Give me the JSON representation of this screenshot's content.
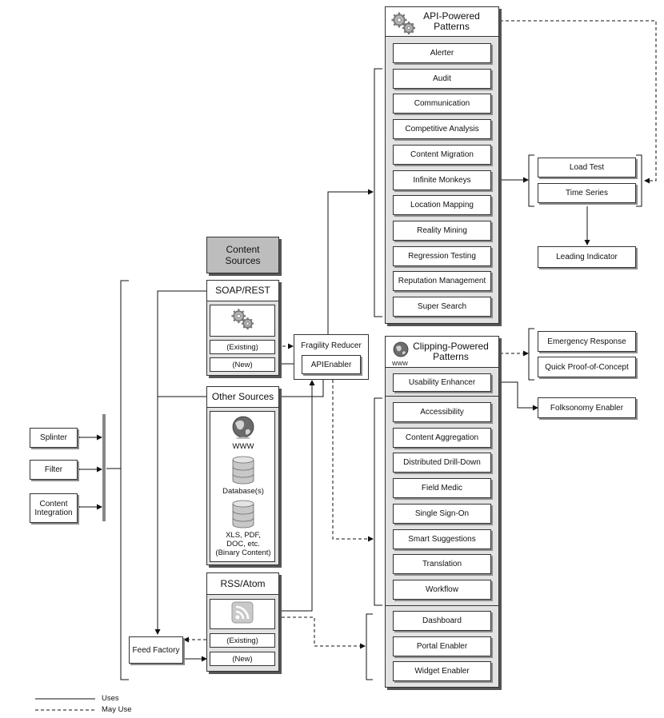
{
  "api_panel": {
    "title": "API-Powered\nPatterns",
    "items": [
      "Alerter",
      "Audit",
      "Communication",
      "Competitive Analysis",
      "Content Migration",
      "Infinite Monkeys",
      "Location Mapping",
      "Reality Mining",
      "Regression Testing",
      "Reputation Management",
      "Super Search"
    ]
  },
  "clip_panel": {
    "title": "Clipping-Powered\nPatterns",
    "icon_label": "WWW",
    "top_item": "Usability Enhancer",
    "items": [
      "Accessibility",
      "Content Aggregation",
      "Distributed Drill-Down",
      "Field Medic",
      "Single Sign-On",
      "Smart Suggestions",
      "Translation",
      "Workflow"
    ],
    "bottom_items": [
      "Dashboard",
      "Portal Enabler",
      "Widget Enabler"
    ]
  },
  "right_boxes": {
    "load_test": "Load Test",
    "time_series": "Time Series",
    "leading_indicator": "Leading Indicator",
    "emergency_response": "Emergency Response",
    "quick_poc": "Quick Proof-of-Concept",
    "folksonomy_enabler": "Folksonomy Enabler"
  },
  "content_sources": {
    "title": "Content\nSources",
    "soap_title": "SOAP/REST",
    "soap_existing": "(Existing)",
    "soap_new": "(New)",
    "other_title": "Other Sources",
    "www_label": "WWW",
    "db_label": "Database(s)",
    "binary_label": "XLS, PDF,\nDOC, etc.\n(Binary Content)",
    "rss_title": "RSS/Atom",
    "rss_existing": "(Existing)",
    "rss_new": "(New)"
  },
  "middle": {
    "fragility_reducer": "Fragility Reducer",
    "apienabler": "APIEnabler",
    "feed_factory": "Feed Factory"
  },
  "left": {
    "splinter": "Splinter",
    "filter": "Filter",
    "content_integration": "Content\nIntegration"
  },
  "legend": {
    "uses": "Uses",
    "may_use": "May Use"
  }
}
